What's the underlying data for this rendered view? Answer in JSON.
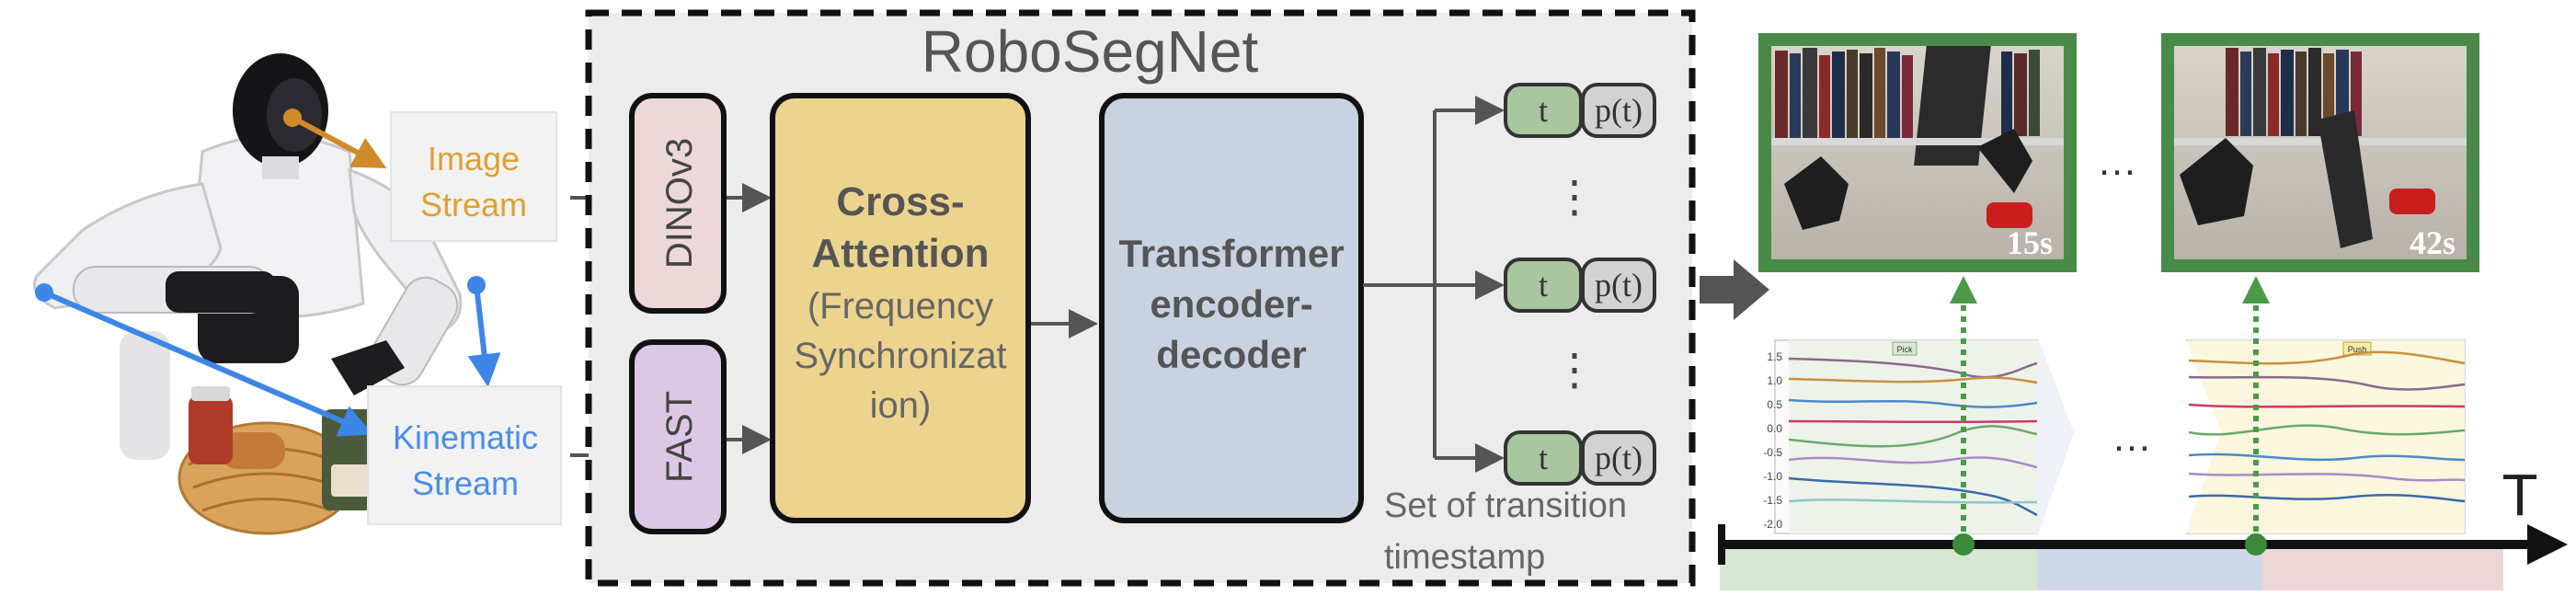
{
  "left": {
    "image_stream": [
      "Image",
      "Stream"
    ],
    "kinematic_stream": [
      "Kinematic",
      "Stream"
    ]
  },
  "net": {
    "title": "RoboSegNet",
    "dino": "DINOv3",
    "fast": "FAST",
    "cross": [
      "Cross-",
      "Attention"
    ],
    "freq": [
      "(Frequency",
      "Synchronizat",
      "ion)"
    ],
    "transformer": [
      "Transformer",
      "encoder-",
      "decoder"
    ],
    "token_t": "t",
    "token_p": "p(t)",
    "vdots": "⋮",
    "set_label": [
      "Set of transition",
      "timestamp"
    ]
  },
  "right": {
    "frame1_time": "15s",
    "frame2_time": "42s",
    "ellipsis": "…",
    "axis_label": "T",
    "plot_tags": [
      "Pick",
      "Push"
    ],
    "plot_ticks": [
      "1.5",
      "1.0",
      "0.5",
      "0.0",
      "-0.5",
      "-1.0",
      "-1.5",
      "-2.0"
    ]
  },
  "colors": {
    "image_stream": "#e0a030",
    "kinematic_stream": "#4a8ee8",
    "dino_fill": "#ecd8d8",
    "fast_fill": "#dcc8e4",
    "cross_fill": "#ecd48e",
    "transformer_fill": "#c8d2e0",
    "token_fill": "#a8c6a0",
    "frame_border": "#4a8a48",
    "seg_green": "#d6e6d0",
    "seg_blue": "#d0d8e8",
    "seg_red": "#ecd6d6"
  }
}
